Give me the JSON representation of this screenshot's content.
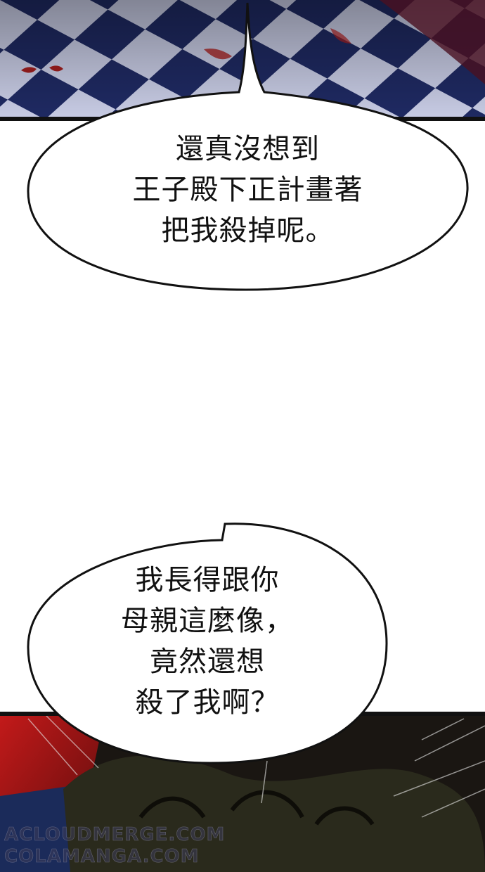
{
  "bubble_top": {
    "lines": [
      "還真沒想到",
      "王子殿下正計畫著",
      "把我殺掉呢。"
    ]
  },
  "bubble_bottom": {
    "lines": [
      "我長得跟你",
      "母親這麼像，",
      "竟然還想",
      "殺了我啊？"
    ]
  },
  "watermark": {
    "line1": "ACLOUDMERGE.COM",
    "line2": "COLAMANGA.COM"
  },
  "colors": {
    "floor_dark": "#1f2a63",
    "floor_light": "#c9cde6",
    "blood": "#8a1a1a",
    "scene_dark": "#1a1612",
    "scene_red": "#b01818"
  }
}
